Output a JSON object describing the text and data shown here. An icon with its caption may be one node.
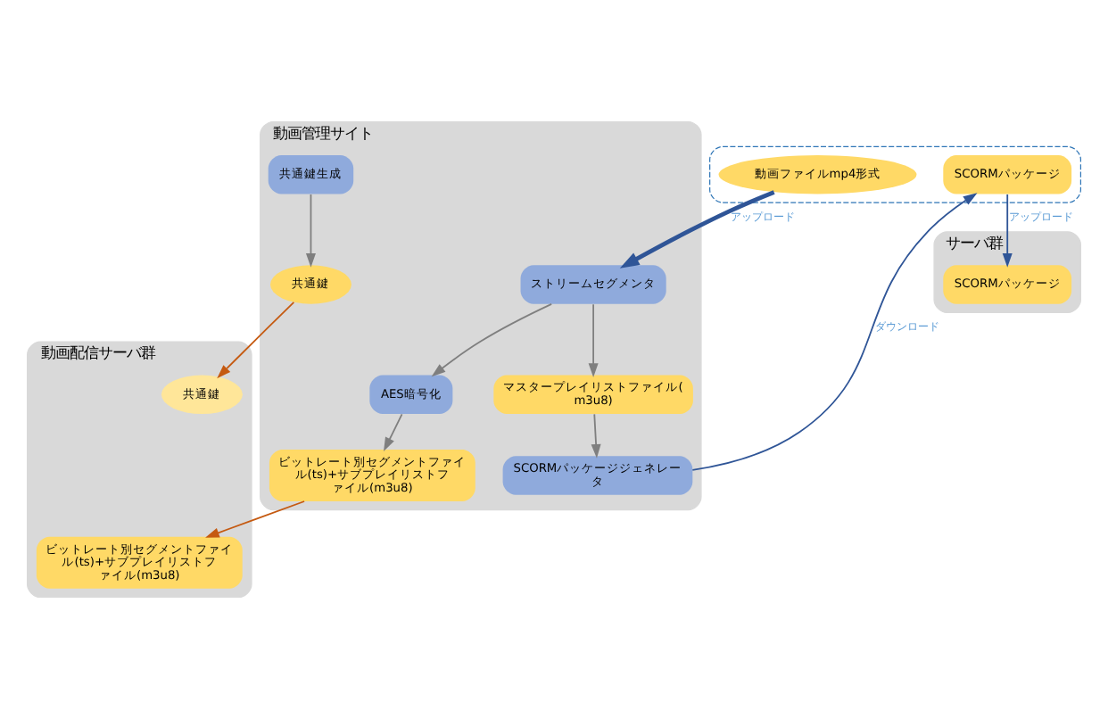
{
  "diagram": {
    "nodes": [
      {
        "text": [
          "動画管理サイト"
        ]
      },
      {
        "text": [
          "共通鍵生成"
        ],
        "in": 0
      },
      {
        "text": [
          "ビットレート別セグメントファイル(ts)+サブプレイリストファイル(m3u8)"
        ],
        "in": 0
      },
      {
        "text": [
          "共通鍵"
        ],
        "in": 0
      },
      {
        "text": [
          "AES暗号化"
        ],
        "in": 0
      },
      {
        "text": [
          "マスタープレイリストファイル(m3u8)"
        ],
        "in": 0
      },
      {
        "text": [
          "ストリームセグメンタ"
        ],
        "in": 0
      },
      {
        "text": [
          "SCORMパッケージジェネレータ"
        ],
        "in": 0
      },
      {
        "text": [
          "動画配信サーバ群"
        ]
      },
      {
        "text": [
          "ビットレート別セグメントファイル(ts)+サブプレイリストファイル(m3u8)"
        ],
        "in": 8
      },
      {
        "text": [
          "共通鍵"
        ],
        "in": 8
      },
      {
        "text": [],
        "shape": "box"
      },
      {
        "text": [
          "動画ファイルmp4形式"
        ],
        "in": 11
      },
      {
        "text": [
          "SCORMパッケージ"
        ],
        "in": 11
      },
      {
        "text": [
          "サーバ群"
        ]
      },
      {
        "text": [
          "SCORMパッケージ"
        ],
        "in": 14
      }
    ],
    "edges": [
      {
        "from": 1,
        "to": 3,
        "arrow": "to"
      },
      {
        "from": 4,
        "to": 2,
        "arrow": "to"
      },
      {
        "from": 6,
        "to": 4,
        "arrow": "to"
      },
      {
        "from": 6,
        "to": 5,
        "arrow": "to"
      },
      {
        "from": 5,
        "to": 7,
        "arrow": "to"
      },
      {
        "from": 12,
        "to": 6,
        "arrow": "to",
        "label": "アップロード",
        "style": "thick",
        "color": "#2f5597"
      },
      {
        "from": 7,
        "to": 13,
        "arrow": "to",
        "label": "ダウンロード",
        "color": "#2f5597"
      },
      {
        "from": 13,
        "to": 15,
        "arrow": "to",
        "label": "アップロード",
        "color": "#2f5597"
      },
      {
        "from": 2,
        "to": 9,
        "arrow": "to",
        "color": "#c55a11"
      },
      {
        "from": 3,
        "to": 10,
        "arrow": "to",
        "color": "#c55a11"
      }
    ]
  }
}
